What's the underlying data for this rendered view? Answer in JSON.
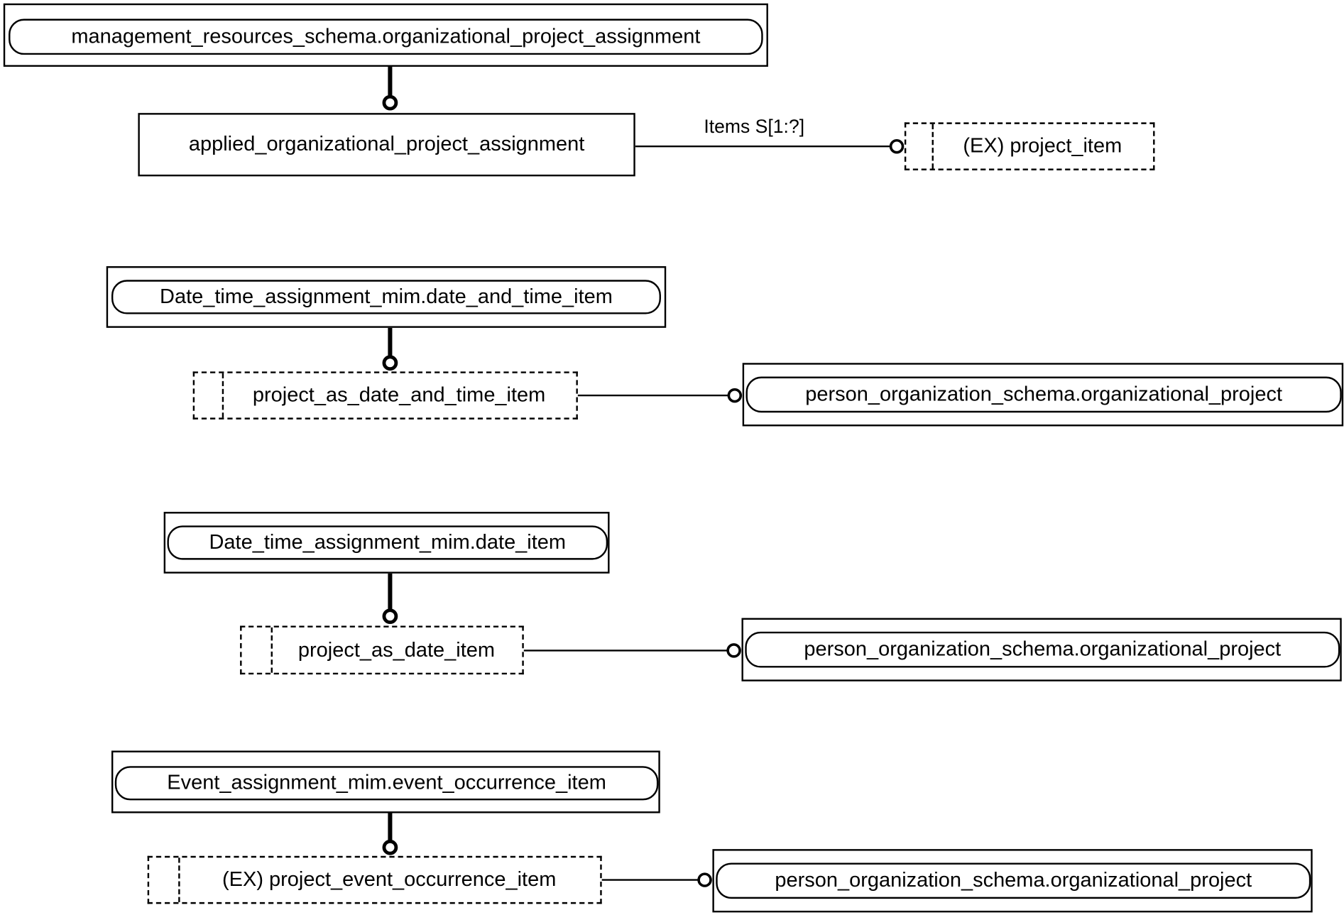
{
  "diagram": {
    "group1": {
      "supertype": "management_resources_schema.organizational_project_assignment",
      "entity": "applied_organizational_project_assignment",
      "relation_label": "Items S[1:?]",
      "target": "(EX) project_item"
    },
    "group2": {
      "supertype": "Date_time_assignment_mim.date_and_time_item",
      "entity": "project_as_date_and_time_item",
      "target": "person_organization_schema.organizational_project"
    },
    "group3": {
      "supertype": "Date_time_assignment_mim.date_item",
      "entity": "project_as_date_item",
      "target": "person_organization_schema.organizational_project"
    },
    "group4": {
      "supertype": "Event_assignment_mim.event_occurrence_item",
      "entity": "(EX) project_event_occurrence_item",
      "target": "person_organization_schema.organizational_project"
    }
  }
}
